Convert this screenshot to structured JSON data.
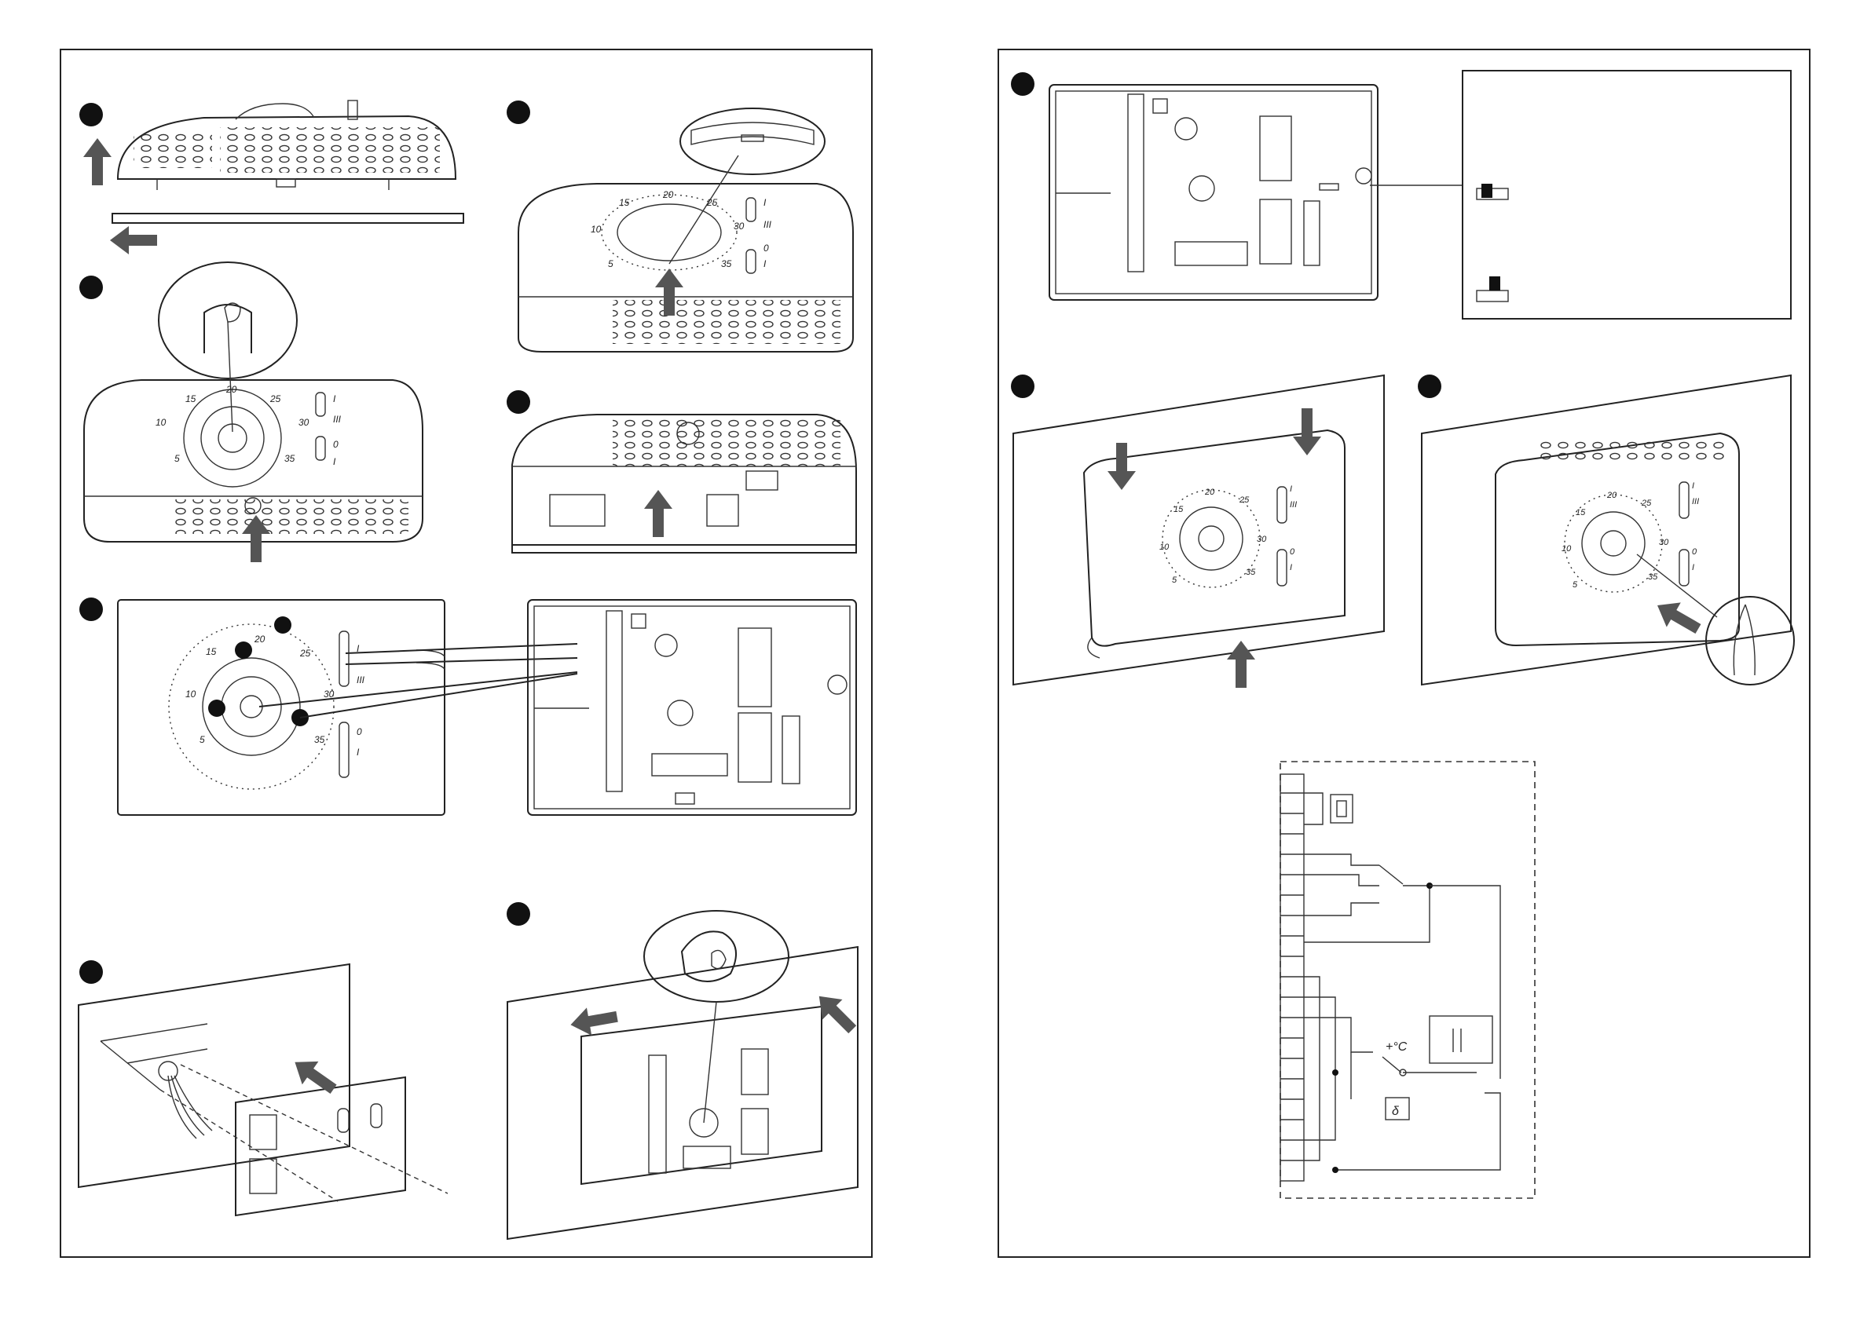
{
  "dial": {
    "scale": [
      "5",
      "10",
      "15",
      "20",
      "25",
      "30",
      "35"
    ]
  },
  "switch_marks": {
    "fan_top": "I",
    "fan_bottom": "III",
    "mode_top": "0",
    "mode_bottom": "I"
  },
  "schematic": {
    "temp_unit": "+°C",
    "sensor": "δ"
  },
  "colors": {
    "line": "#222222",
    "arrow": "#555555",
    "badge": "#111111"
  }
}
